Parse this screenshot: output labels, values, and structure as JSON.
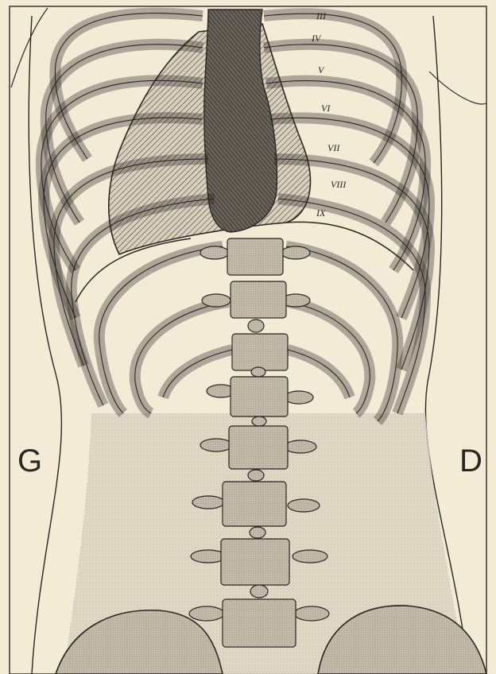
{
  "labels": {
    "left_side": "G",
    "right_side": "D"
  },
  "rib_numbers": [
    "III",
    "IV",
    "V",
    "VI",
    "VII",
    "VIII",
    "IX"
  ],
  "colors": {
    "paper": "#f4ebd7",
    "ink": "#2a2622",
    "bone_fill": "#c9bfae",
    "heart_dark": "#5e5850",
    "abdomen_shade": "#ddd4c2"
  }
}
